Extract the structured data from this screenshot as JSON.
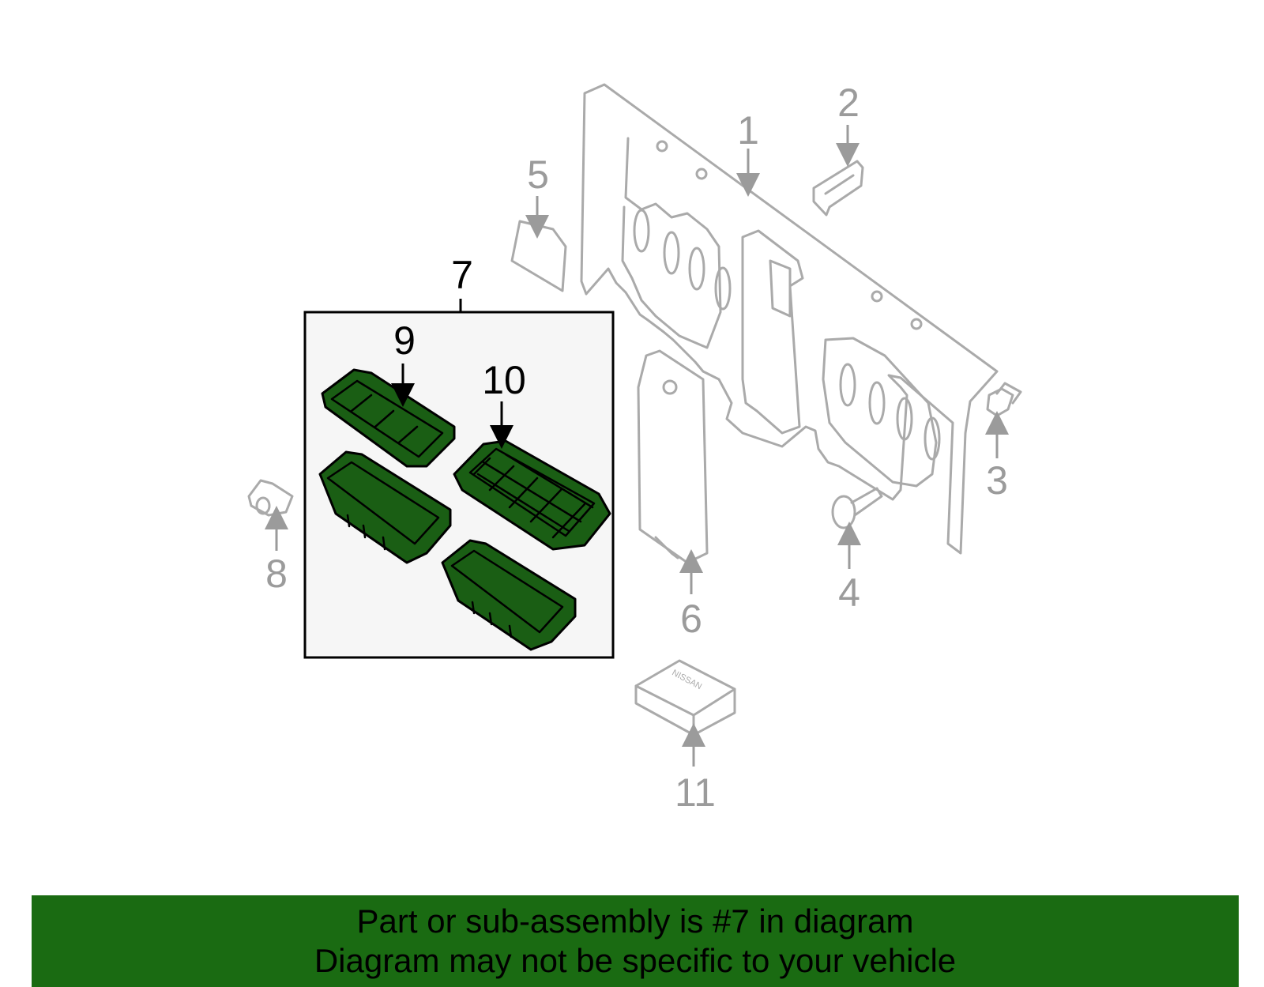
{
  "colors": {
    "banner": "#1a6b12",
    "highlight_part": "#1a5e14",
    "subassembly_box": "#f6f6f6",
    "other_parts": "#aaaaaa",
    "grey_callout": "#9b9b9b",
    "black_callout": "#000000"
  },
  "callouts": {
    "c1": "1",
    "c2": "2",
    "c3": "3",
    "c4": "4",
    "c5": "5",
    "c6": "6",
    "c7": "7",
    "c8": "8",
    "c9": "9",
    "c10": "10",
    "c11": "11"
  },
  "badge": {
    "text": "NISSAN"
  },
  "banner": {
    "line1": "Part or sub-assembly is #7 in diagram",
    "line2": "Diagram may not be specific to your vehicle"
  }
}
